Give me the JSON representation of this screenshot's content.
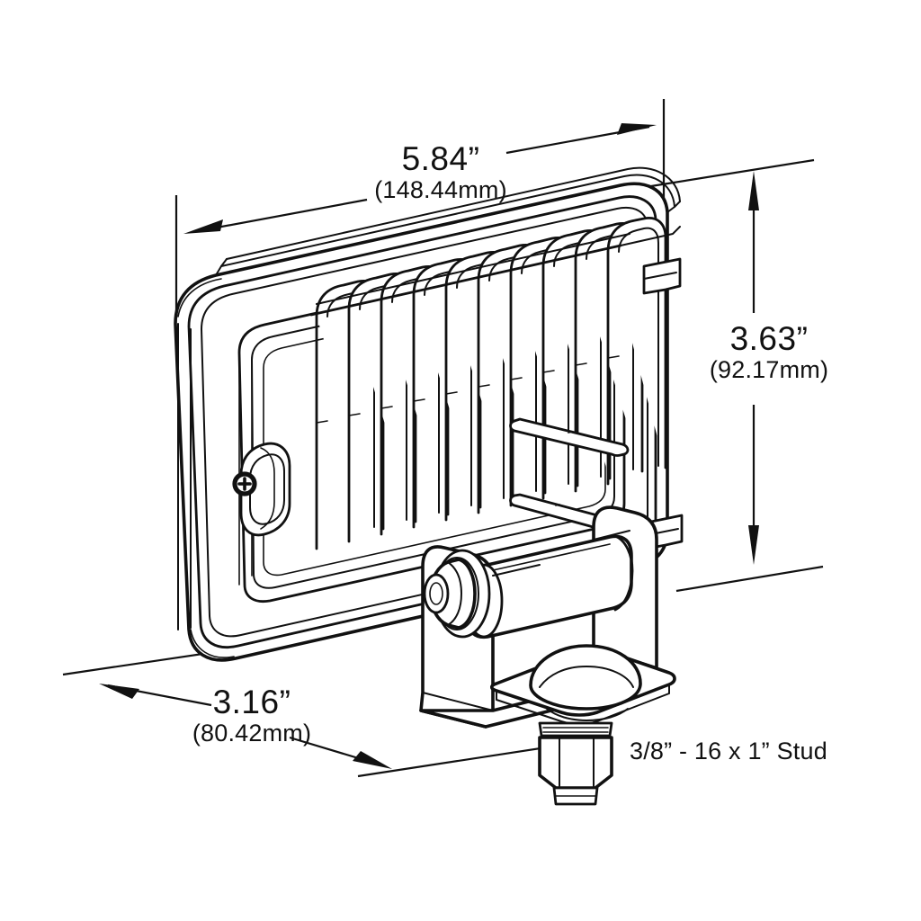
{
  "drawing": {
    "title": "LED Work Lamp Dimensional Drawing",
    "background_color": "#ffffff",
    "line_color": "#111111"
  },
  "dimensions": {
    "width": {
      "name": "overall-width",
      "inches": "5.84”",
      "millimeters": "(148.44mm)",
      "orientation": "horizontal-top"
    },
    "height": {
      "name": "overall-height",
      "inches": "3.63”",
      "millimeters": "(92.17mm)",
      "orientation": "vertical-right"
    },
    "depth": {
      "name": "overall-depth",
      "inches": "3.16”",
      "millimeters": "(80.42mm)",
      "orientation": "diagonal-bottom-left"
    }
  },
  "annotations": {
    "stud_note": "3/8” - 16 x 1” Stud"
  },
  "part_features": {
    "housing": "die-cast-housing",
    "fins": "heat-sink-fins",
    "fin_count": 10,
    "screw": "phillips-screw",
    "bracket": "u-mount-bracket",
    "pivot_bolt": "hex-pivot-bolt",
    "base_plate": "base-plate-with-dome",
    "stud_nut": "hex-nut"
  }
}
